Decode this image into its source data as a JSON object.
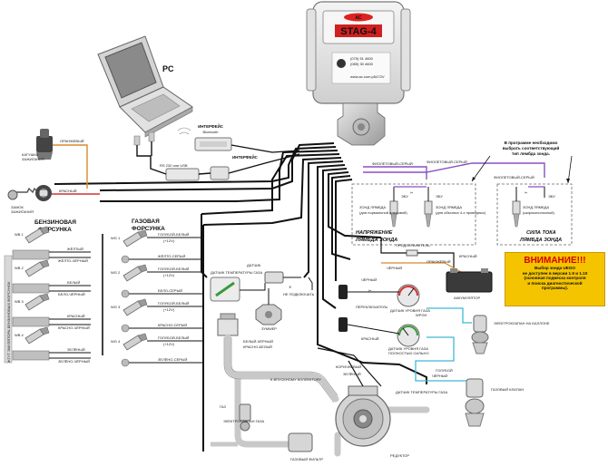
{
  "unit": {
    "logo": "AC",
    "brand": "STAG-4",
    "phone1": "(075) 51 4600",
    "phone2": "(085) 30 4600",
    "website": "www.ac.com.pl",
    "serial": "1472V"
  },
  "pc_label": "PC",
  "interface": {
    "bluetooth_title": "ИНТЕРФЕЙС",
    "bluetooth_sub": "Bluetooth",
    "cable_title": "ИНТЕРФЕЙС",
    "cable_sub": "RS 232 или USB"
  },
  "left_panel": {
    "ignition_title": "КАТУШКА",
    "ignition_sub": "ЗАЖИГАНИЯ",
    "wire_orange": "ОРАНЖЕВЫЙ",
    "wire_red": "КРАСНЫЙ",
    "key_title": "ЗАМОК",
    "key_sub": "ЗАЖИГАНИЯ",
    "petrol_title": "БЕНЗИНОВАЯ",
    "petrol_sub": "ФОРСУНКА",
    "vertical_label": "ЖГУТ ЭМУЛЯТОРА БЕНЗИНОВЫХ ФОРСУНОК"
  },
  "petrol_injectors": [
    {
      "id": "WB 1",
      "wires": [
        "ЖЁЛТЫЙ",
        "ЖЁЛТО-ЧЁРНЫЙ"
      ]
    },
    {
      "id": "WB 2",
      "wires": [
        "БЕЛЫЙ",
        "БЕЛО-ЧЁРНЫЙ"
      ]
    },
    {
      "id": "WB 3",
      "wires": [
        "КРАСНЫЙ",
        "КРАСНО-ЧЁРНЫЙ"
      ]
    },
    {
      "id": "WB 4",
      "wires": [
        "ЗЕЛЁНЫЙ",
        "ЗЕЛЁНО-ЧЁРНЫЙ"
      ]
    }
  ],
  "gas_panel": {
    "title": "ГАЗОВАЯ",
    "sub": "ФОРСУНКА"
  },
  "gas_injectors": [
    {
      "id": "WG 1",
      "wires": [
        "ГОЛУБОЙ-БЕЛЫЙ",
        "(+12V)",
        "ЖЁЛТО-СЕРЫЙ"
      ]
    },
    {
      "id": "WG 2",
      "wires": [
        "ГОЛУБОЙ-БЕЛЫЙ",
        "(+12V)",
        "БЕЛО-СЕРЫЙ"
      ]
    },
    {
      "id": "WG 3",
      "wires": [
        "ГОЛУБОЙ-БЕЛЫЙ",
        "(+12V)",
        "КРАСНО-СЕРЫЙ"
      ]
    },
    {
      "id": "WG 4",
      "wires": [
        "ГОЛУБОЙ-БЕЛЫЙ",
        "(+12V)",
        "ЗЕЛЁНО-СЕРЫЙ"
      ]
    }
  ],
  "lambda": {
    "note_line1": "В программе необходимо",
    "note_line2": "выбрать соответствующий",
    "note_line3": "тип лямбда зонда.",
    "wire_violet_grey": "ФИОЛЕТОВЫЙ-СЕРЫЙ",
    "wire_violet": "ФИОЛЕТОВЫЙ",
    "box1_label_a": "НАПРЯЖЕНИЕ",
    "box1_label_b": "ЛЯМБДА ЗОНДА",
    "box2_label_a": "СИЛА ТОКА",
    "box2_label_b": "ЛЯМБДА ЗОНДА",
    "ecu_label": "ЭБУ",
    "probe_label": "ЗОНД ЛЯМБДА",
    "probe_note": "(для нормальной плюсовой)",
    "probe_note2": "(для обычных 4-х проводных)",
    "probe_note3": "(широкополосный)"
  },
  "warning": {
    "title": "ВНИМАНИЕ!!!",
    "line1": "Выбор зонда UEGO",
    "line2": "не доступен в версии 1.9 и 1.10",
    "line3": "(основная подвеска контроля",
    "line4": "и поиска диагностической",
    "line5": "программы)."
  },
  "sensors": {
    "fuse": "ПРЕДОХРАНИТЕЛЬ",
    "black": "ЧЁРНЫЙ",
    "orange": "ОРАНЖЕВЫЙ",
    "red": "КРАСНЫЙ",
    "battery": "АККУМУЛЯТОР",
    "gas_level": "ДАТЧИК УРОВНЯ ГАЗА",
    "gas_level_sub": "WPGH",
    "gas_level2": "ДАТЧИК УРОВНЯ ГАЗА",
    "gas_level2_sub": "ПОЛНОСТЬЮ СИЛЬНО",
    "switch_label": "ПЕРЕКЛЮЧАТЕЛЬ",
    "temp_gas": "ДАТЧИК ТЕМПЕРАТУРЫ ГАЗА",
    "map_sensor": "ДАТЧИК",
    "no_connect": "НЕ ПОДКЛЮЧАТЬ",
    "buzzer": "ЗУММЕР",
    "valve_label": "ЭЛЕКТРОКЛАПАН НА БАЛЛОНЕ",
    "gas_valve_label": "ГАЗОВЫЙ КЛАПАН",
    "multivalve": "ЭЛЕКТРОКЛАПАН ГАЗА",
    "reducer": "РЕДУКТОР",
    "reducer_temp": "ДАТЧИК ТЕМПЕРАТУРЫ ГАЗА",
    "gas_filter": "ГАЗОВЫЙ ФИЛЬТР",
    "to_manifold": "К ВПУСКНОМУ КОЛЛЕКТОРУ",
    "gas": "ГАЗ",
    "brown": "КОРИЧНЕВЫЙ",
    "green": "ЗЕЛЁНЫЙ",
    "blue": "ГОЛУБОЙ",
    "white_black": "БЕЛЫЙ-ЧЁРНЫЙ",
    "red_white": "КРАСНО-БЕЛЫЙ"
  },
  "colors": {
    "wire_black": "#111111",
    "wire_orange": "#d98a2a",
    "wire_red": "#d43030",
    "wire_violet": "#8b4fc0",
    "wire_blue": "#3fb8d8",
    "hose_grey": "#c8c8c8",
    "warning_bg": "#f5c400"
  }
}
